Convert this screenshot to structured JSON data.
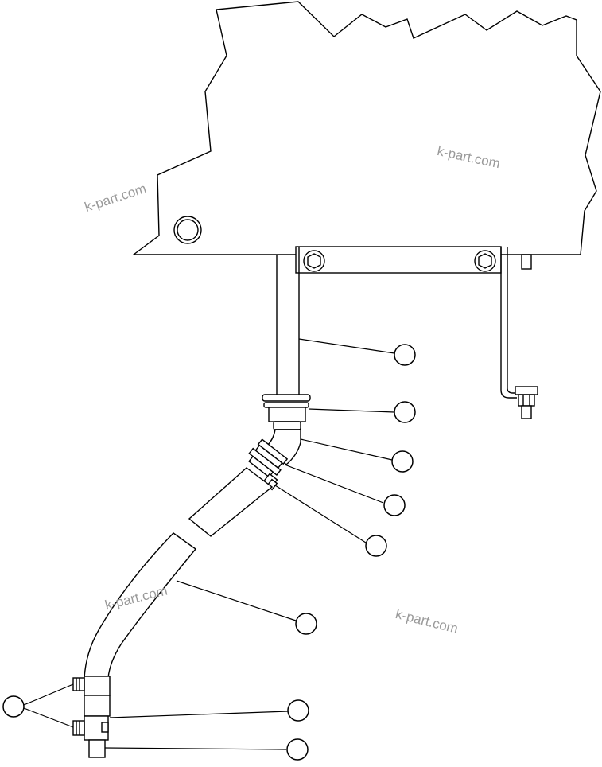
{
  "watermarks": [
    {
      "id": "wm-1",
      "text": "k-part.com"
    },
    {
      "id": "wm-2",
      "text": "k-part.com"
    },
    {
      "id": "wm-3",
      "text": "k-part.com"
    },
    {
      "id": "wm-4",
      "text": "k-part.com"
    }
  ],
  "callouts": [
    {
      "id": "callout-pipe",
      "label": ""
    },
    {
      "id": "callout-flange-seal",
      "label": ""
    },
    {
      "id": "callout-elbow",
      "label": ""
    },
    {
      "id": "callout-hose-fitting",
      "label": ""
    },
    {
      "id": "callout-hose-clamp",
      "label": ""
    },
    {
      "id": "callout-hose",
      "label": ""
    },
    {
      "id": "callout-lower-clamps",
      "label": ""
    },
    {
      "id": "callout-lower-sleeve",
      "label": ""
    },
    {
      "id": "callout-lower-fitting",
      "label": ""
    }
  ]
}
